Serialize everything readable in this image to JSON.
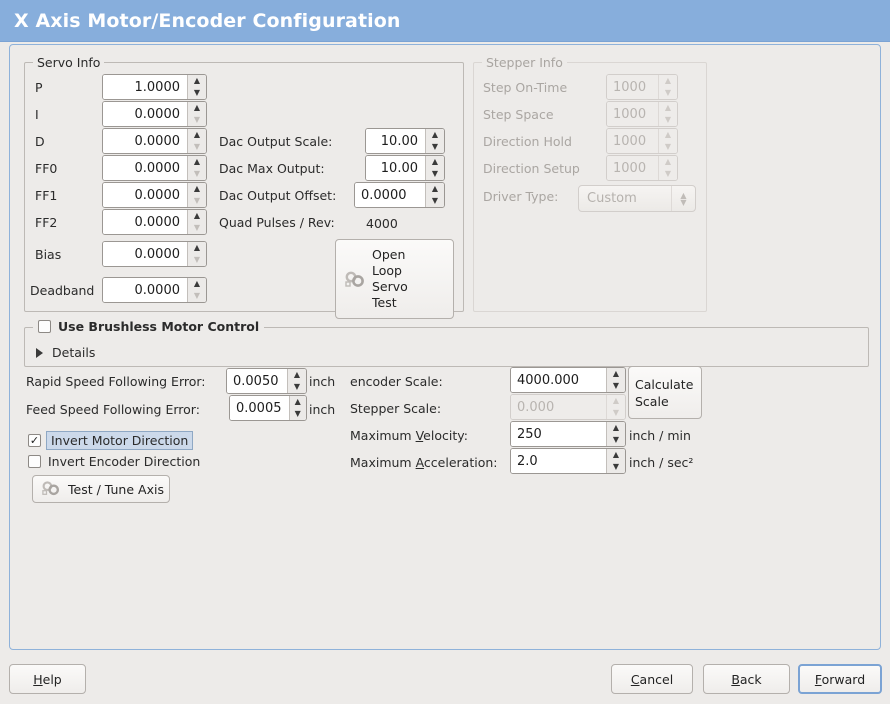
{
  "window": {
    "title": "X Axis Motor/Encoder Configuration",
    "accent": "#87aedc",
    "background": "#edebe9"
  },
  "servo": {
    "legend": "Servo Info",
    "rows": [
      {
        "label": "P",
        "value": "1.0000",
        "at_min": false
      },
      {
        "label": "I",
        "value": "0.0000",
        "at_min": true
      },
      {
        "label": "D",
        "value": "0.0000",
        "at_min": true
      },
      {
        "label": "FF0",
        "value": "0.0000",
        "at_min": true
      },
      {
        "label": "FF1",
        "value": "0.0000",
        "at_min": true
      },
      {
        "label": "FF2",
        "value": "0.0000",
        "at_min": true
      },
      {
        "label": "Bias",
        "value": "0.0000",
        "at_min": true
      },
      {
        "label": "Deadband",
        "value": "0.0000",
        "at_min": true
      }
    ],
    "dac": [
      {
        "label": "Dac Output Scale:",
        "value": "10.00"
      },
      {
        "label": "Dac Max Output:",
        "value": "10.00"
      },
      {
        "label": "Dac Output Offset:",
        "value": "0.0000"
      }
    ],
    "quad_pulses_label": "Quad Pulses / Rev:",
    "quad_pulses_value": "4000",
    "open_loop_button": {
      "line1": "Open",
      "line2": "Loop",
      "line3": "Servo",
      "line4": "Test",
      "icon": "gears-icon"
    }
  },
  "stepper": {
    "legend": "Stepper Info",
    "disabled": true,
    "rows": [
      {
        "label": "Step On-Time",
        "value": "1000"
      },
      {
        "label": "Step Space",
        "value": "1000"
      },
      {
        "label": "Direction Hold",
        "value": "1000"
      },
      {
        "label": "Direction Setup",
        "value": "1000"
      }
    ],
    "driver_type_label": "Driver Type:",
    "driver_type_value": "Custom"
  },
  "brushless": {
    "checkbox_label": "Use Brushless Motor Control",
    "checked": false,
    "details_label": "Details",
    "details_expanded": false
  },
  "errors": {
    "rapid_label": "Rapid Speed Following Error:",
    "rapid_value": "0.0050",
    "rapid_unit": "inch",
    "feed_label": "Feed Speed Following Error:",
    "feed_value": "0.0005",
    "feed_unit": "inch"
  },
  "invert": {
    "motor_label": "Invert Motor Direction",
    "motor_checked": true,
    "motor_focused": true,
    "encoder_label": "Invert Encoder Direction",
    "encoder_checked": false
  },
  "test_tune_button": {
    "label": "Test / Tune Axis",
    "icon": "gears-icon"
  },
  "scales": {
    "encoder_label": "encoder Scale:",
    "encoder_value": "4000.000",
    "stepper_label": "Stepper Scale:",
    "stepper_value": "0.000",
    "stepper_disabled": true,
    "calculate_button_line1": "Calculate",
    "calculate_button_line2": "Scale",
    "max_velocity_label_pre": "Maximum ",
    "max_velocity_label_mn": "V",
    "max_velocity_label_post": "elocity:",
    "max_velocity_value": "250",
    "max_velocity_unit": "inch / min",
    "max_accel_label_pre": "Maximum ",
    "max_accel_label_mn": "A",
    "max_accel_label_post": "cceleration:",
    "max_accel_value": "2.0",
    "max_accel_unit": "inch / sec²"
  },
  "footer": {
    "help_mn": "H",
    "help_rest": "elp",
    "cancel_mn": "C",
    "cancel_rest": "ancel",
    "back_mn": "B",
    "back_rest": "ack",
    "forward_mn": "F",
    "forward_rest": "orward",
    "forward_focused": true
  },
  "icons": {
    "spin_up": "▲",
    "spin_down": "▼",
    "check": "✓"
  }
}
